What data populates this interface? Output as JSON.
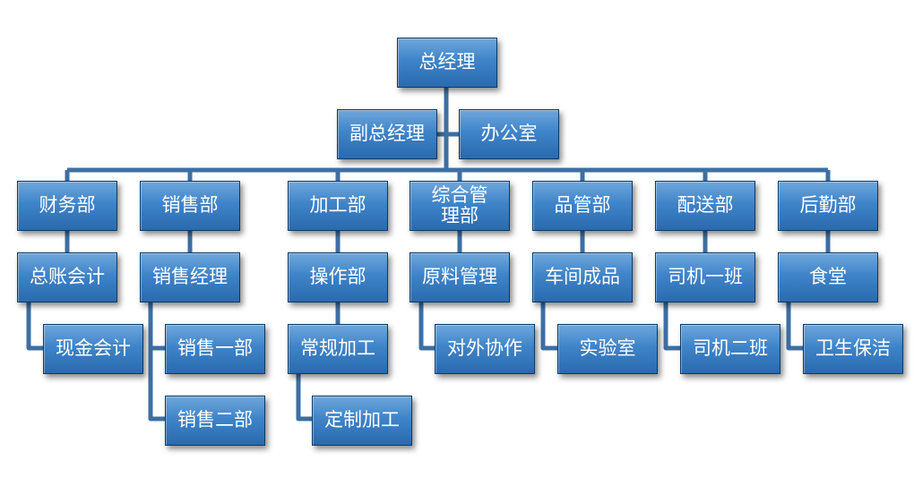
{
  "colors": {
    "node": "#3f84c9",
    "connector": "#3d6fa3"
  },
  "nodes": {
    "gm": "总经理",
    "vgm": "副总经理",
    "office": "办公室",
    "finance": "财务部",
    "sales": "销售部",
    "processing": "加工部",
    "general_mgmt": "综合管理部",
    "qc": "品管部",
    "delivery": "配送部",
    "logistics": "后勤部",
    "ledger_acct": "总账会计",
    "cash_acct": "现金会计",
    "sales_mgr": "销售经理",
    "sales_1": "销售一部",
    "sales_2": "销售二部",
    "operations": "操作部",
    "regular_proc": "常规加工",
    "custom_proc": "定制加工",
    "raw_material": "原料管理",
    "external_coop": "对外协作",
    "workshop_product": "车间成品",
    "laboratory": "实验室",
    "driver_team_1": "司机一班",
    "driver_team_2": "司机二班",
    "canteen": "食堂",
    "sanitation": "卫生保洁"
  }
}
